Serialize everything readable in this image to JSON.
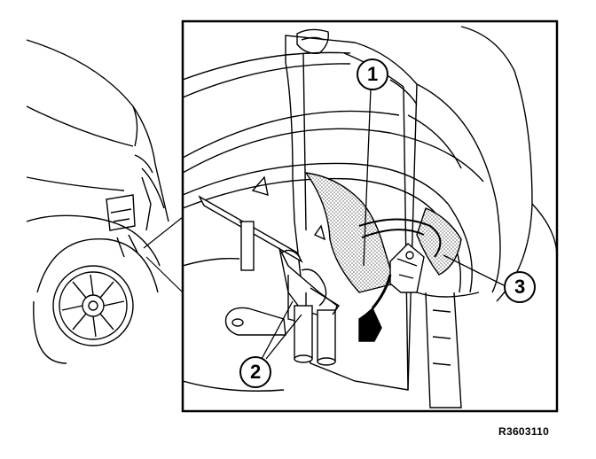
{
  "callouts": [
    {
      "label": "1"
    },
    {
      "label": "2"
    },
    {
      "label": "3"
    }
  ],
  "reference_code": "R3603110",
  "colors": {
    "line": "#000000",
    "hatch": "#9a9a9a",
    "background": "#ffffff"
  }
}
